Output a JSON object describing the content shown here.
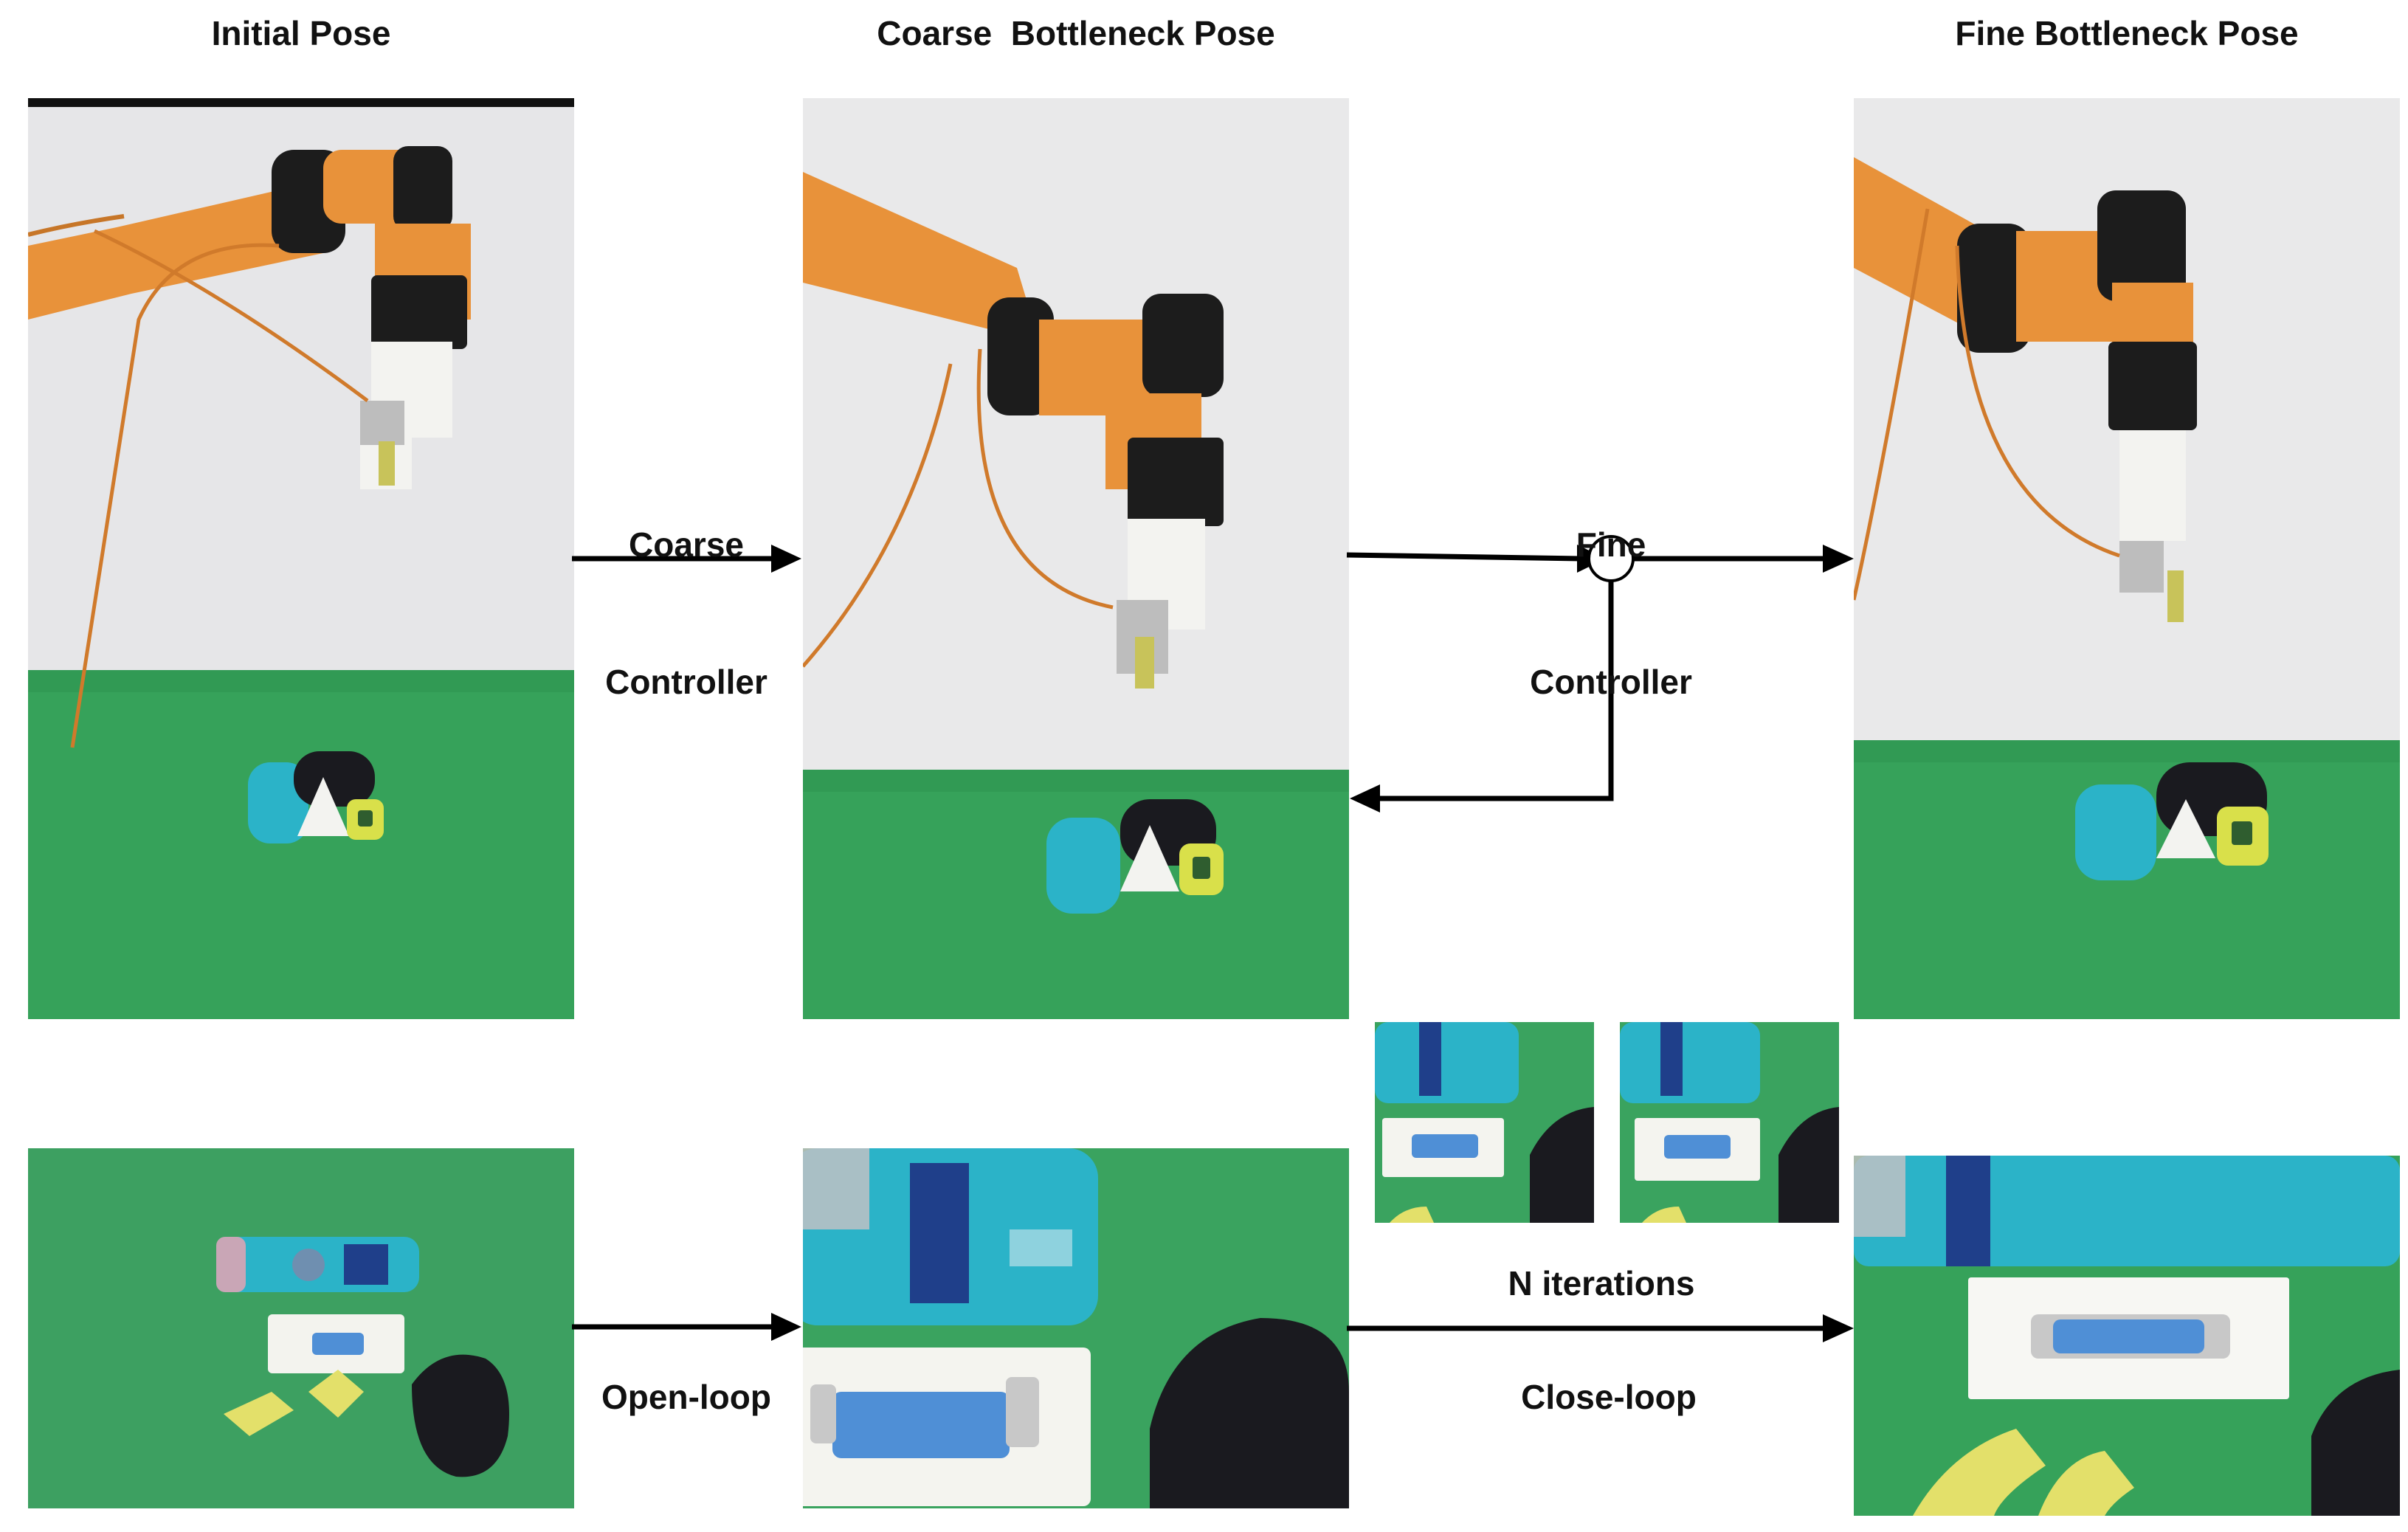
{
  "titles": {
    "initial": "Initial Pose",
    "coarse": "Coarse  Bottleneck Pose",
    "fine": "Fine Bottleneck Pose"
  },
  "labels": {
    "coarse_controller_line1": "Coarse",
    "coarse_controller_line2": "Controller",
    "fine_controller_line1": "Fine",
    "fine_controller_line2": "Controller",
    "open_loop": "Open-loop",
    "n_iterations": "N iterations",
    "close_loop": "Close-loop"
  },
  "colors": {
    "robot_orange": "#e8923a",
    "robot_black": "#1c1c1c",
    "wall": "#e9e9ea",
    "table_green": "#36a25a",
    "bottle_blue": "#2bb3c8",
    "connector_blue": "#4f8fd6",
    "mouse_black": "#1a1a1f",
    "clip_yellow": "#e3e06a",
    "arrow": "#000000"
  },
  "icons": {
    "summing_junction": "circle-node",
    "arrow_head": "filled-triangle"
  }
}
